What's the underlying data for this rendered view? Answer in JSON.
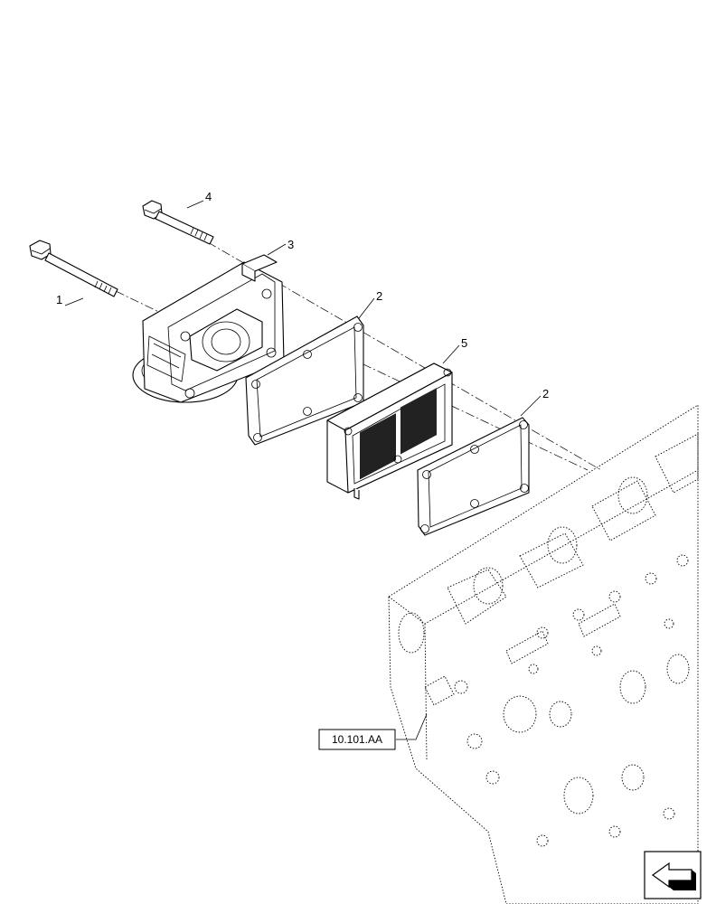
{
  "callouts": [
    {
      "id": "1",
      "label": "1"
    },
    {
      "id": "2a",
      "label": "2"
    },
    {
      "id": "2b",
      "label": "2"
    },
    {
      "id": "3",
      "label": "3"
    },
    {
      "id": "4",
      "label": "4"
    },
    {
      "id": "5",
      "label": "5"
    }
  ],
  "reference": {
    "label": "10.101.AA"
  },
  "nav_icon": {
    "name": "previous-page-arrow-icon"
  }
}
